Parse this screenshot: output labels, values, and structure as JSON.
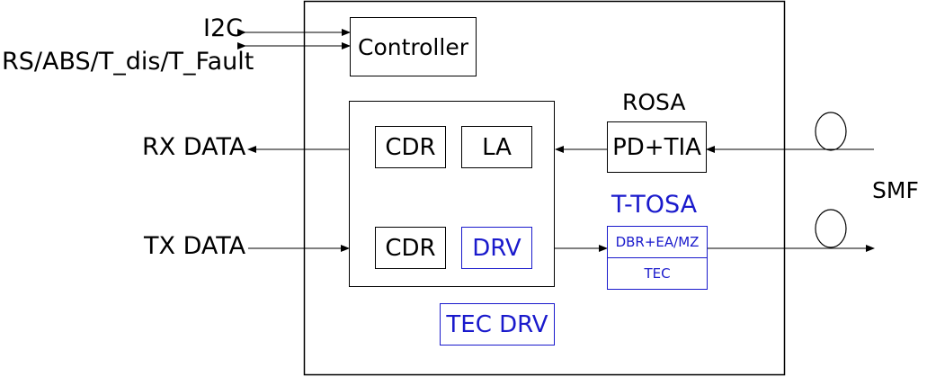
{
  "colors": {
    "line": "#000000",
    "accent": "#1a1acc"
  },
  "signals": {
    "i2c": "I2C",
    "control": "RS/ABS/T_dis/T_Fault",
    "rx_data": "RX DATA",
    "tx_data": "TX DATA",
    "fiber": "SMF"
  },
  "blocks": {
    "controller": "Controller",
    "rx_cdr": "CDR",
    "la": "LA",
    "tx_cdr": "CDR",
    "drv": "DRV",
    "tec_drv": "TEC DRV",
    "rosa_title": "ROSA",
    "rosa": "PD+TIA",
    "tosa_title": "T-TOSA",
    "tosa_laser": "DBR+EA/MZ",
    "tosa_tec": "TEC"
  }
}
